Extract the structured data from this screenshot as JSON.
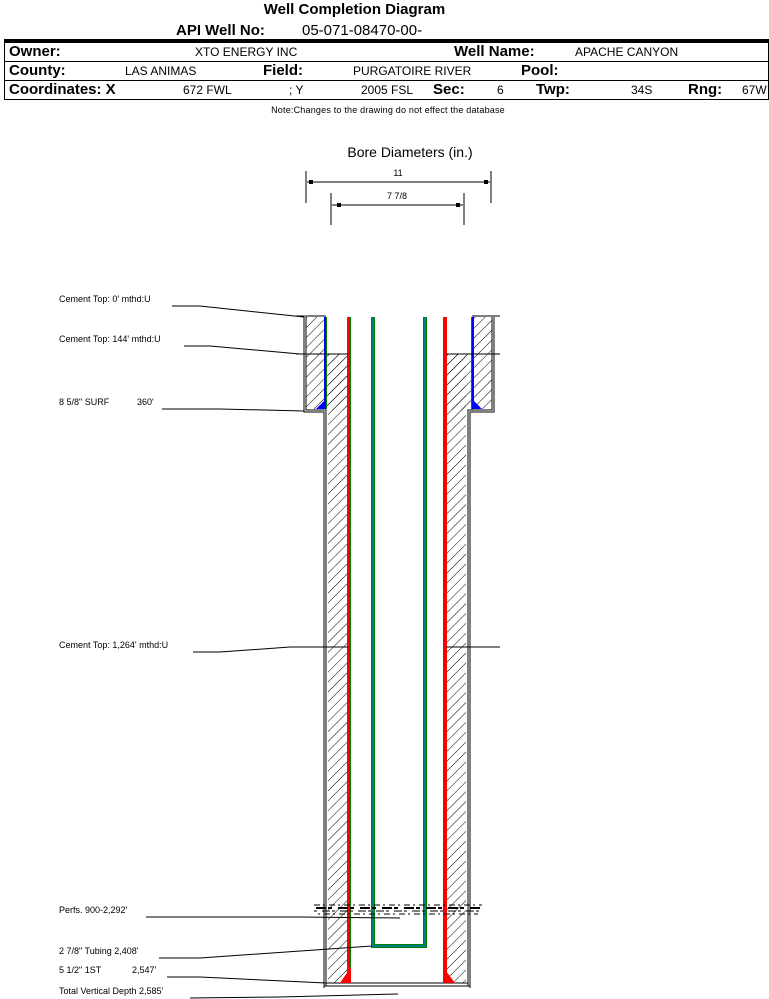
{
  "title": "Well Completion Diagram",
  "header": {
    "api_label": "API Well No:",
    "api_value": "05-071-08470-00-",
    "owner_label": "Owner:",
    "owner_value": "XTO ENERGY INC",
    "well_name_label": "Well Name:",
    "well_name_value": "APACHE CANYON",
    "county_label": "County:",
    "county_value": "LAS ANIMAS",
    "field_label": "Field:",
    "field_value": "PURGATOIRE RIVER",
    "pool_label": "Pool:",
    "pool_value": "",
    "coords_label": "Coordinates: X",
    "x_value": "672 FWL",
    "y_label": "; Y",
    "y_value": "2005 FSL",
    "sec_label": "Sec:",
    "sec_value": "6",
    "twp_label": "Twp:",
    "twp_value": "34S",
    "rng_label": "Rng:",
    "rng_value": "67W"
  },
  "note": "Note:Changes to the drawing do not effect the database",
  "bore_diameters": {
    "title": "Bore Diameters (in.)",
    "outer": "11",
    "inner": "7 7/8"
  },
  "annotations": {
    "cement_top_0": "Cement Top: 0' mthd:U",
    "cement_top_144": "Cement Top: 144' mthd:U",
    "surf_casing": "8 5/8\" SURF",
    "surf_depth": "360'",
    "cement_top_1264": "Cement Top: 1,264' mthd:U",
    "perfs": "Perfs. 900-2,292'",
    "tubing": "2 7/8\" Tubing 2,408'",
    "prod_casing": "5 1/2\" 1ST",
    "prod_depth": "2,547'",
    "tvd": "Total Vertical Depth 2,585'"
  },
  "colors": {
    "surface_casing": "#0000ff",
    "production_casing": "#ff0000",
    "tubing": "#008080",
    "casing_outline": "#008000",
    "cement_hatch": "#000000"
  }
}
